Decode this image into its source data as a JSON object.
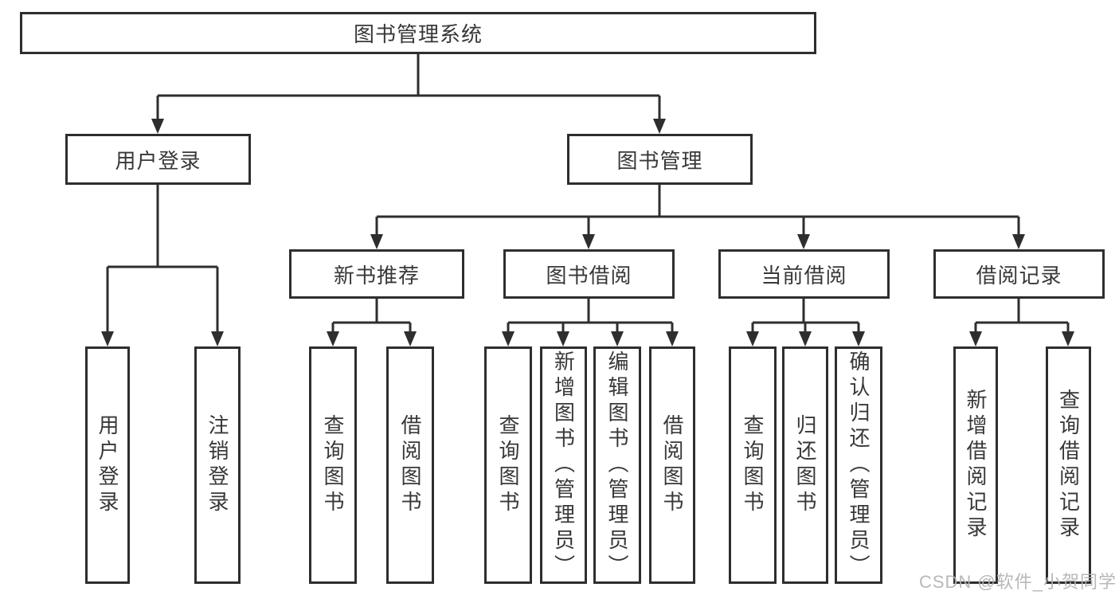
{
  "diagram": {
    "tree": {
      "root": "图书管理系统",
      "children": [
        {
          "label": "用户登录",
          "children": [
            "用户登录",
            "注销登录"
          ]
        },
        {
          "label": "图书管理",
          "children": [
            {
              "label": "新书推荐",
              "children": [
                "查询图书",
                "借阅图书"
              ]
            },
            {
              "label": "图书借阅",
              "children": [
                "查询图书",
                "新增图书（管理员）",
                "编辑图书（管理员）",
                "借阅图书"
              ]
            },
            {
              "label": "当前借阅",
              "children": [
                "查询图书",
                "归还图书",
                "确认归还（管理员）"
              ]
            },
            {
              "label": "借阅记录",
              "children": [
                "新增借阅记录",
                "查询借阅记录"
              ]
            }
          ]
        }
      ]
    },
    "colors": {
      "line": "#2e2e2e",
      "box_background": "#ffffff",
      "text": "#383838",
      "watermark": "#b2b2b2"
    }
  },
  "watermark": {
    "text": "CSDN @软件_小贺同学"
  }
}
